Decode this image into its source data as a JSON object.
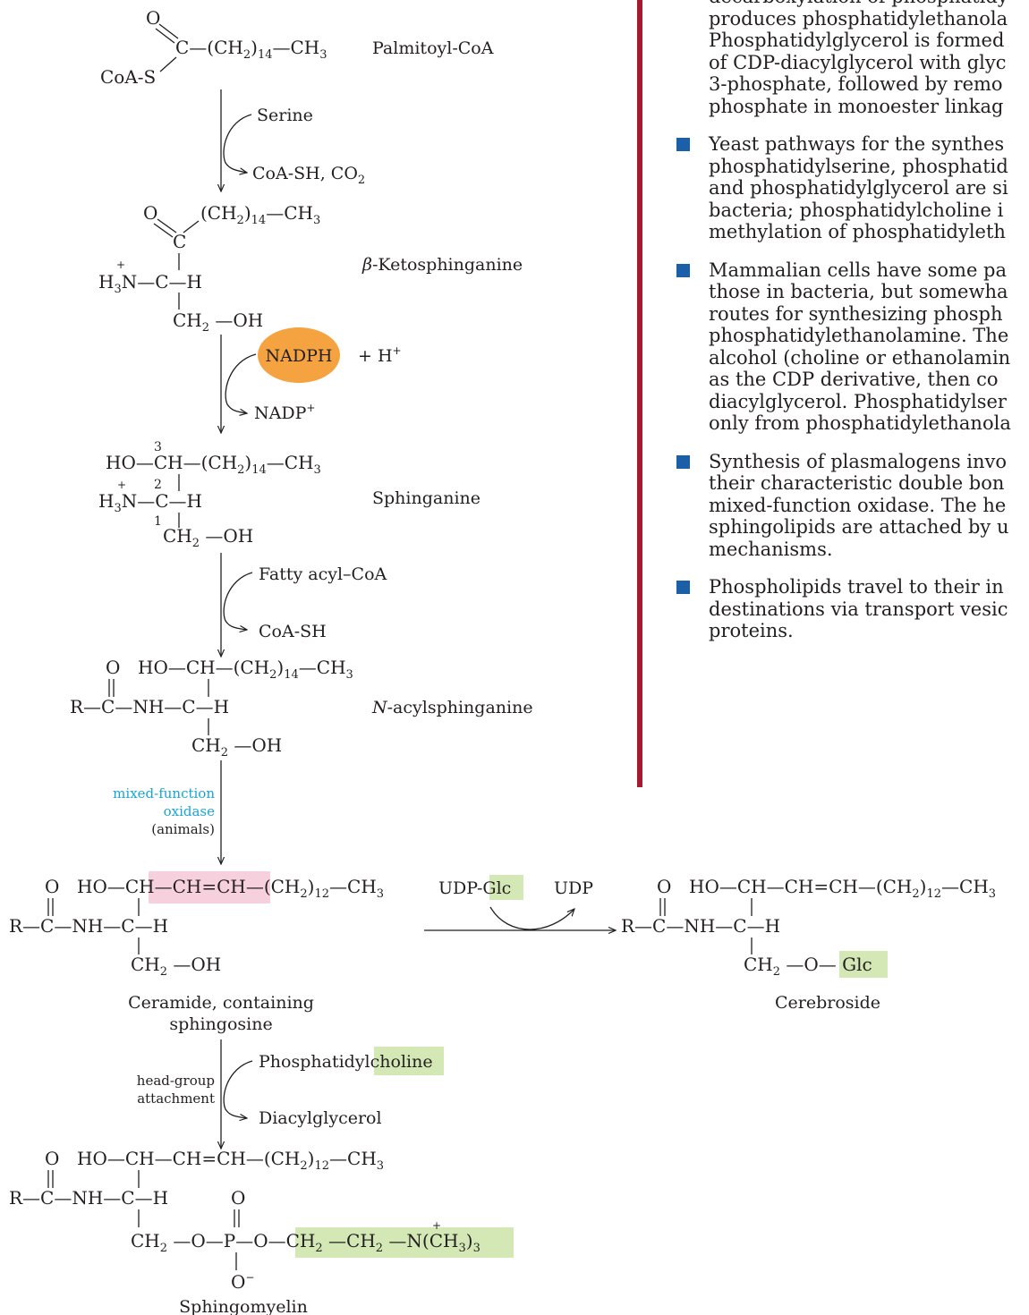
{
  "summary": {
    "bullets": [
      {
        "text": "decarboxylation of phosphatidy\nproduces phosphatidylethanola\nPhosphatidylglycerol is formed\nof CDP-diacylglycerol with glyc\n3-phosphate, followed by remo\nphosphate in monoester linkag"
      },
      {
        "text": "Yeast pathways for the synthes\nphosphatidylserine, phosphatid\nand phosphatidylglycerol are si\nbacteria; phosphatidylcholine i\nmethylation of phosphatidyleth"
      },
      {
        "text": "Mammalian cells have some pa\nthose in bacteria, but somewha\nroutes for synthesizing phosph\nphosphatidylethanolamine. The\nalcohol (choline or ethanolamin\nas the CDP derivative, then co\ndiacylglycerol. Phosphatidylser\nonly from phosphatidylethanola"
      },
      {
        "text": "Synthesis of plasmalogens invo\ntheir characteristic double bon\nmixed-function oxidase. The he\nsphingolipids are attached by u\nmechanisms."
      },
      {
        "text": "Phospholipids travel to their in\ndestinations via transport vesic\nproteins."
      }
    ]
  },
  "compounds": {
    "palmitoyl_coa": "Palmitoyl-CoA",
    "ketosphinganine_beta": "β",
    "ketosphinganine": "-Ketosphinganine",
    "sphinganine": "Sphinganine",
    "acylsphinganine_n": "N",
    "acylsphinganine": "-acylsphinganine",
    "ceramide_line1": "Ceramide, containing",
    "ceramide_line2": "sphingosine",
    "cerebroside": "Cerebroside",
    "sphingomyelin": "Sphingomyelin"
  },
  "steps": {
    "step1_in": "Serine",
    "step1_out": "CoA-SH, CO",
    "step2_in_badge": "NADPH",
    "step2_in_extra": "+ H",
    "step2_out": "NADP",
    "step3_in": "Fatty acyl–CoA",
    "step3_out": "CoA-SH",
    "step4_enzyme_line1": "mixed-function",
    "step4_enzyme_line2": "oxidase",
    "step4_note": "(animals)",
    "step5_enzyme_line1": "head-group",
    "step5_enzyme_line2": "attachment",
    "step5_in_prefix": "Phosphatidyl",
    "step5_in_highlight": "choline",
    "step5_out": "Diacylglycerol",
    "glc_donor_prefix": "UDP-",
    "glc_donor_highlight": "Glc",
    "glc_product": "UDP"
  },
  "colors": {
    "nadph_badge": "#f4a340",
    "head_group_highlight": "#d4e8b5",
    "double_bond_highlight": "#f6d1dd",
    "enzyme_text": "#1aa4d6",
    "rule": "#a6192e",
    "bullet": "#1b5fa8"
  }
}
